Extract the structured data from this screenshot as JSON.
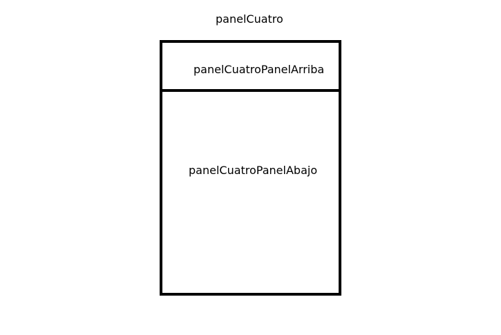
{
  "diagram": {
    "title": "panelCuatro",
    "panels": {
      "top": {
        "label": "panelCuatroPanelArriba"
      },
      "bottom": {
        "label": "panelCuatroPanelAbajo"
      }
    },
    "colors": {
      "background": "#ffffff",
      "stroke": "#000000",
      "text": "#000000"
    }
  }
}
